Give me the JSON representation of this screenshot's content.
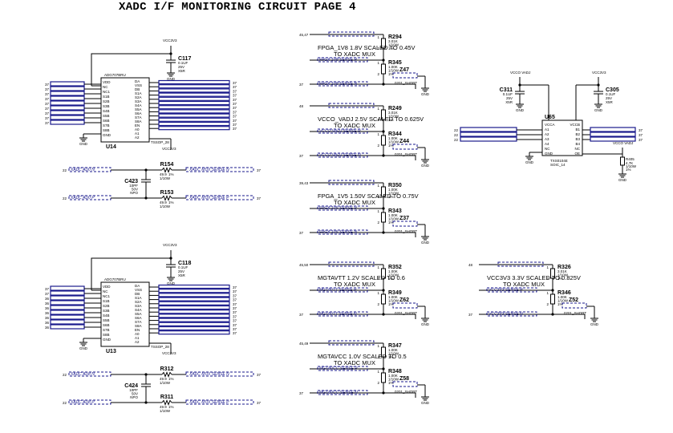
{
  "title": "XADC I/F MONITORING CIRCUIT PAGE 4",
  "supply_label": "VCC3V3",
  "ic_top": {
    "ref": "U14",
    "part": "ADG707BRU",
    "package": "TSSOP_28",
    "cap_ref": "C117",
    "cap_val": [
      "0.1UF",
      "25V",
      "X5R"
    ],
    "res_a": {
      "ref": "R154",
      "val": [
        "49.9",
        "1/10W",
        "1%"
      ],
      "net": "XADC MUX SENSE N"
    },
    "res_b": {
      "ref": "R153",
      "val": [
        "49.9",
        "1/10W",
        "1%"
      ],
      "net": "XADC MUX SENSE P"
    },
    "cap2": {
      "ref": "C423",
      "val": [
        "10PF",
        "50V",
        "NPO"
      ]
    },
    "in_a": "XADC AD0 N",
    "in_b": "XADC AD0 P"
  },
  "ic_bot": {
    "ref": "U13",
    "part": "ADG707BRU",
    "package": "TSSOP_28",
    "cap_ref": "C118",
    "cap_val": [
      "0.1UF",
      "25V",
      "X5R"
    ],
    "res_a": {
      "ref": "R312",
      "val": [
        "49.9",
        "1/10W",
        "1%"
      ],
      "net": "XADC MUX SENSE N"
    },
    "res_b": {
      "ref": "R311",
      "val": [
        "49.9",
        "1/10W",
        "1%"
      ],
      "net": "XADC MUX SENSE P"
    },
    "cap2": {
      "ref": "C424",
      "val": [
        "10PF",
        "50V",
        "NPO"
      ]
    },
    "in_a": "XADC AD8 N",
    "in_b": "XADC AD8 P"
  },
  "ic_right": {
    "ref": "U65",
    "part": "TXS0104E",
    "package": "SOIC_14",
    "cap1": {
      "ref": "C311",
      "val": [
        "0.1UF",
        "25V",
        "X5R"
      ]
    },
    "cap2": {
      "ref": "C305",
      "val": [
        "0.1UF",
        "25V",
        "X5R"
      ]
    },
    "supply_a": "VCCO VADJ",
    "supply_b": "VCC3V3",
    "res": {
      "ref": "R405",
      "val": [
        "4.7K",
        "1/10W",
        "1%"
      ]
    }
  },
  "dividers": [
    {
      "page": "45,47",
      "r_top": "R294",
      "r_top_val": [
        "3.01K",
        "1/10W",
        "1%"
      ],
      "r_bot": "R345",
      "r_bot_val": [
        "1.00K",
        "1/10W",
        "1%"
      ],
      "caption": [
        "FPGA_1V8 1.8V SCALED TO 0.45V",
        "TO XADC MUX"
      ],
      "z": "Z47",
      "z_lbl": "0201_SHORT",
      "sense_p": "FPGA 1V8 SENSE P",
      "sense_n": "FPGA 1V8 SENSE N"
    },
    {
      "page": "48",
      "r_top": "R249",
      "r_top_val": [
        "3.01K",
        "1/10W",
        "1%"
      ],
      "r_bot": "R344",
      "r_bot_val": [
        "1.00K",
        "1/10W",
        "1%"
      ],
      "caption": [
        "VCCO_VADJ 2.5V SCALED TO 0.625V",
        "TO XADC MUX"
      ],
      "z": "Z44",
      "z_lbl": "0201_SHORT",
      "sense_p": "VCCO VADJ SENSE P",
      "sense_n": "VCCO VADJ SENSE N"
    },
    {
      "page": "39,43",
      "r_top": "R350",
      "r_top_val": [
        "1.00K",
        "1/10W",
        "1%"
      ],
      "r_bot": "R343",
      "r_bot_val": [
        "1.00K",
        "1/10W",
        "1%"
      ],
      "caption": [
        "FPGA_1V5 1.50V SCALED TO 0.75V",
        "TO XADC MUX"
      ],
      "z": "Z37",
      "z_lbl": "0201_SHORT",
      "sense_p": "FPGA 1V5 SENSE P",
      "sense_n": "FPGA 1V5 SENSE N"
    },
    {
      "page": "45,50",
      "r_top": "R352",
      "r_top_val": [
        "1.00K",
        "1/10W",
        "1%"
      ],
      "r_bot": "R349",
      "r_bot_val": [
        "1.00K",
        "1/10W",
        "1%"
      ],
      "caption": [
        "MGTAVTT 1.2V SCALED TO 0.6",
        "TO XADC MUX"
      ],
      "z": "Z62",
      "z_lbl": "0201_SHORT",
      "sense_p": "MGTAVTT SENSE P",
      "sense_n": "MGTAVTT SENSE N"
    },
    {
      "page": "45,49",
      "r_top": "R347",
      "r_top_val": [
        "1.00K",
        "1/10W",
        "1%"
      ],
      "r_bot": "R348",
      "r_bot_val": [
        "1.00K",
        "1/10W",
        "1%"
      ],
      "caption": [
        "MGTAVCC 1.0V SCALED TO 0.5",
        "TO XADC MUX"
      ],
      "z": "Z58",
      "z_lbl": "0201_SHORT",
      "sense_p": "MGTAVCC SENSE P",
      "sense_n": "MGTAVCC SENSE N"
    },
    {
      "page": "48",
      "r_top": "R326",
      "r_top_val": [
        "3.01K",
        "1/10W",
        "1%"
      ],
      "r_bot": "R346",
      "r_bot_val": [
        "1.00K",
        "1/10W",
        "1%"
      ],
      "caption": [
        "VCC3V3 3.3V SCALED TO 0.825V",
        "TO XADC MUX"
      ],
      "z": "Z52",
      "z_lbl": "0201_SHORT",
      "sense_p": "VCC3V3 SENSE P",
      "sense_n": "VCC3V3 SENSE N"
    }
  ],
  "page_refs": {
    "left": "37",
    "left_alt": "36",
    "right": "37",
    "mid": "22",
    "gnd": "GND"
  }
}
